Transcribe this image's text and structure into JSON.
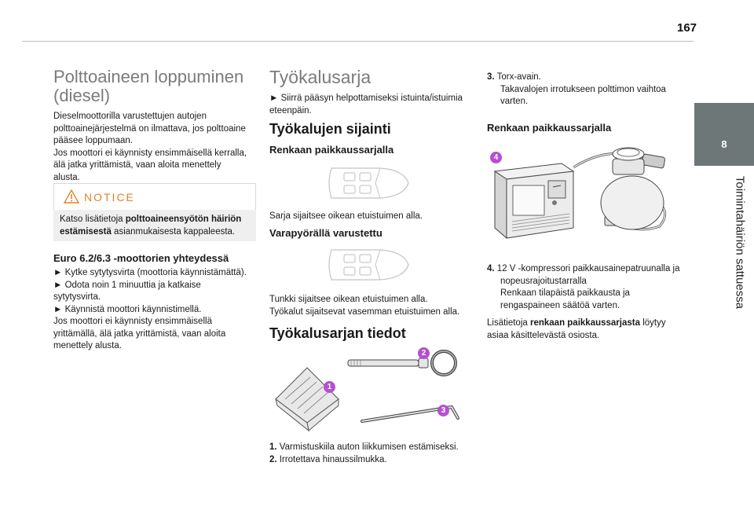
{
  "page_number": "167",
  "chapter": {
    "number": "8",
    "title": "Toimintahäiriön sattuessa"
  },
  "col1": {
    "title_line1": "Polttoaineen loppuminen",
    "title_line2": "(diesel)",
    "intro": [
      "Dieselmoottorilla varustettujen autojen",
      "polttoainejärjestelmä on ilmattava, jos polttoaine",
      "pääsee loppumaan.",
      "Jos moottori ei käynnisty ensimmäisellä kerralla,",
      "älä jatka yrittämistä, vaan aloita menettely",
      "alusta."
    ],
    "notice": {
      "title": "NOTICE",
      "line1_pre": "Katso lisätietoja ",
      "line1_bold": "polttoaineensyötön häiriön",
      "line2_bold": "estämisestä",
      "line2_post": " asianmukaisesta kappaleesta."
    },
    "euro_heading": "Euro 6.2/6.3 -moottorien yhteydessä",
    "steps": [
      "► Kytke sytytysvirta (moottoria käynnistämättä).",
      "► Odota noin 1 minuuttia ja katkaise",
      "sytytysvirta.",
      "► Käynnistä moottori käynnistimellä.",
      "Jos moottori ei käynnisty ensimmäisellä",
      "yrittämällä, älä jatka yrittämistä, vaan aloita",
      "menettely alusta."
    ]
  },
  "col2": {
    "title": "Työkalusarja",
    "intro": [
      "► Siirrä pääsyn helpottamiseksi istuinta/istuimia",
      "eteenpäin."
    ],
    "location_heading": "Työkalujen sijainti",
    "kit_heading": "Renkaan paikkaussarjalla",
    "kit_text": "Sarja sijaitsee oikean etuistuimen alla.",
    "spare_heading": "Varapyörällä varustettu",
    "spare_text": [
      "Tunkki sijaitsee oikean etuistuimen alla.",
      "Työkalut sijaitsevat vasemman etuistuimen alla."
    ],
    "details_heading": "Työkalusarjan tiedot",
    "badges": [
      "1",
      "2",
      "3"
    ],
    "items": [
      {
        "num": "1.",
        "text": "Varmistuskiila auton liikkumisen estämiseksi."
      },
      {
        "num": "2.",
        "text": "Irrotettava hinaussilmukka."
      }
    ]
  },
  "col3": {
    "item3": {
      "num": "3.",
      "lines": [
        "Torx-avain.",
        "Takavalojen irrotukseen polttimon vaihtoa",
        "varten."
      ]
    },
    "kit_heading": "Renkaan paikkaussarjalla",
    "badge": "4",
    "item4": {
      "num": "4.",
      "lines": [
        "12 V -kompressori paikkausainepatruunalla ja",
        "nopeusrajoitustarralla",
        "Renkaan tilapäistä paikkausta ja",
        "rengaspaineen säätöä varten."
      ]
    },
    "more_pre": "Lisätietoja ",
    "more_bold": "renkaan paikkaussarjasta",
    "more_post": " löytyy",
    "more_line2": "asiaa käsittelevästä osiosta."
  },
  "colors": {
    "heading_grey": "#7b7b7b",
    "notice_orange": "#e0842a",
    "badge_purple": "#b54fd1",
    "tab_grey": "#6e7778"
  }
}
